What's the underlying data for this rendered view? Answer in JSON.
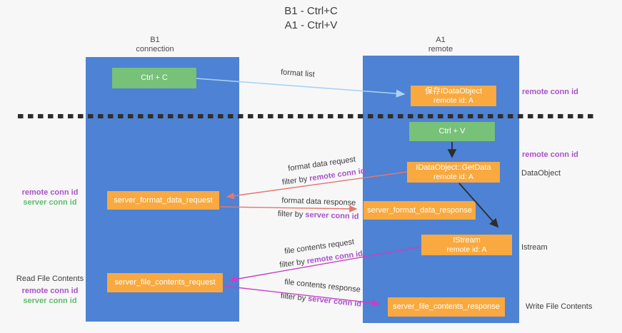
{
  "title": {
    "line1": "B1 - Ctrl+C",
    "line2": "A1 - Ctrl+V"
  },
  "columns": {
    "left": {
      "name": "B1",
      "role": "connection"
    },
    "right": {
      "name": "A1",
      "role": "remote"
    }
  },
  "boxes": {
    "ctrl_c": "Ctrl + C",
    "ctrl_v": "Ctrl + V",
    "save_dataobject": {
      "line1": "保存IDataObject",
      "line2": "remote id: A"
    },
    "getdata": {
      "line1": "IDataObject::GetData",
      "line2": "remote id: A"
    },
    "istream": {
      "line1": "IStream",
      "line2": "remote id: A"
    },
    "format_request": "server_format_data_request",
    "format_response": "server_format_data_response",
    "file_request": "server_file_contents_request",
    "file_response": "server_file_contents_response"
  },
  "side_labels": {
    "right_remote_conn_id_top": "remote conn id",
    "right_remote_conn_id_mid": "remote conn id",
    "dataobject": "DataObject",
    "istream": "Istream",
    "write_file_contents": "Write File Contents",
    "left_remote_conn_id_top": "remote conn id",
    "left_server_conn_id_top": "server conn id",
    "read_file_contents": "Read File Contents",
    "left_remote_conn_id_bottom": "remote conn id",
    "left_server_conn_id_bottom": "server conn id"
  },
  "arrow_labels": {
    "format_list": "format list",
    "format_data_request": "format data request",
    "format_data_response": "format data response",
    "file_contents_request": "file contents request",
    "file_contents_response": "file contents response",
    "filter_by": "filter by ",
    "remote_conn_id": "remote conn id",
    "server_conn_id": "server conn id"
  },
  "colors": {
    "bg": "#f7f7f8",
    "columnBlue": "#4d82d4",
    "green": "#77c178",
    "orange": "#f9a93f",
    "purple": "#a852c8",
    "labelGreen": "#5fbc6a",
    "darkText": "#3d3d3d",
    "salmon": "#e8766c",
    "magenta": "#c840c4",
    "lightBlue": "#a9d3f2",
    "blackArrow": "#2d2d2d",
    "dash": "#2e2e2e"
  }
}
